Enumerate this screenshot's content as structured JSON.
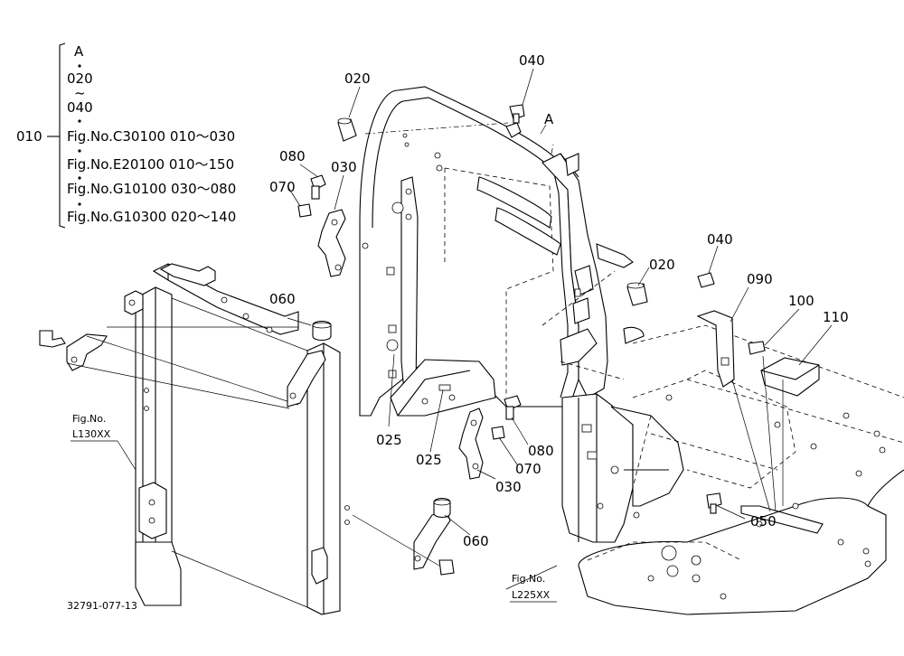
{
  "legend": {
    "root": "010",
    "lines": [
      "A",
      "020",
      "~",
      "040",
      "Fig.No.C30100  010～030",
      "Fig.No.E20100  010～150",
      "Fig.No.G10100  030～080",
      "Fig.No.G10300  020～140"
    ]
  },
  "callouts": {
    "c040_top": "040",
    "c020_top": "020",
    "cA": "A",
    "c080_left": "080",
    "c030_left": "030",
    "c070_left": "070",
    "c060_left": "060",
    "c020_right": "020",
    "c040_right": "040",
    "c090": "090",
    "c100": "100",
    "c110": "110",
    "c025_a": "025",
    "c025_b": "025",
    "c080_mid": "080",
    "c070_mid": "070",
    "c030_mid": "030",
    "c060_bottom": "060",
    "c050": "050"
  },
  "fig_refs": {
    "left_label": "Fig.No.",
    "left_code": "L130XX",
    "right_label": "Fig.No.",
    "right_code": "L225XX"
  },
  "drawing_no": "32791-077-13"
}
